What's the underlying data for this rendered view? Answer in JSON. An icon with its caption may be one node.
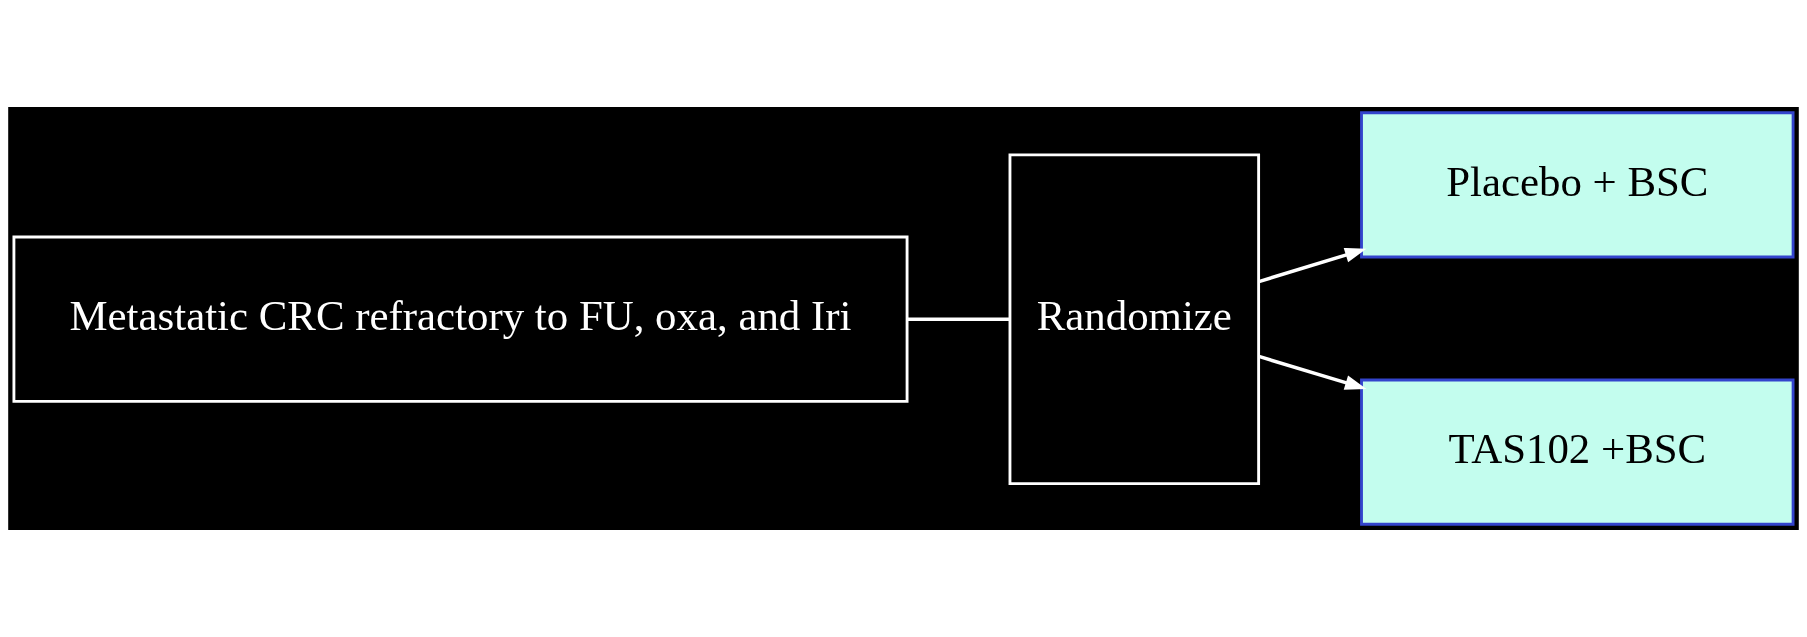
{
  "diagram": {
    "nodes": [
      {
        "text": [
          "Metastatic CRC refractory to FU, oxa, and Iri"
        ]
      },
      {
        "text": [
          "Randomize"
        ]
      },
      {
        "text": [
          "Placebo + BSC"
        ]
      },
      {
        "text": [
          "TAS102 +BSC"
        ]
      }
    ],
    "edges": [
      {
        "from": 0,
        "to": 1,
        "arrow": "none"
      },
      {
        "from": 1,
        "to": 2,
        "arrow": "to"
      },
      {
        "from": 1,
        "to": 3,
        "arrow": "to"
      }
    ]
  }
}
